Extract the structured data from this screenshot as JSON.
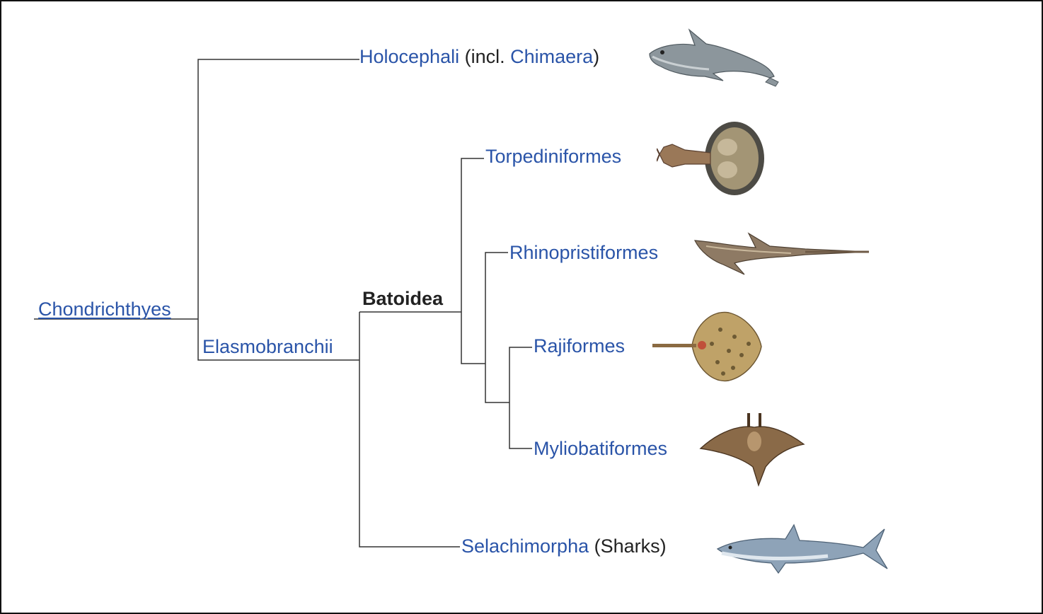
{
  "root": {
    "label": "Chondrichthyes"
  },
  "holocephali": {
    "label": "Holocephali",
    "paren_open": " (incl. ",
    "link": "Chimaera",
    "paren_close": ")"
  },
  "elasmobranchii": {
    "label": "Elasmobranchii"
  },
  "batoidea": {
    "label": "Batoidea"
  },
  "torpediniformes": {
    "label": "Torpediniformes"
  },
  "rhinopristiformes": {
    "label": "Rhinopristiformes"
  },
  "rajiformes": {
    "label": "Rajiformes"
  },
  "myliobatiformes": {
    "label": "Myliobatiformes"
  },
  "selachimorpha": {
    "label": "Selachimorpha",
    "suffix": " (Sharks)"
  },
  "colors": {
    "link": "#2a54a8",
    "text": "#222222",
    "line": "#333333"
  }
}
